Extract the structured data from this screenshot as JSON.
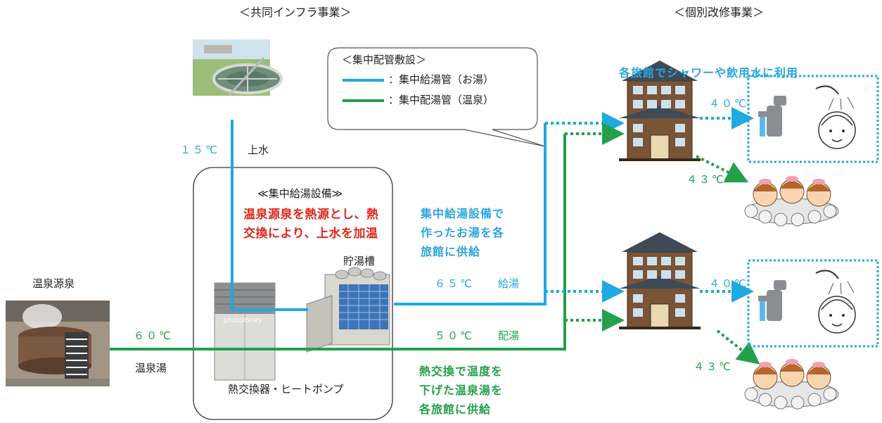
{
  "sections": {
    "shared_infra": "＜共同インフラ事業＞",
    "individual": "＜個別改修事業＞"
  },
  "legend": {
    "title": "＜集中配管敷設＞",
    "hot_water_pipe": "：集中給湯管（お湯）",
    "spring_pipe": "：集中配湯管（温泉）"
  },
  "water": {
    "temp": "１５℃",
    "label": "上水"
  },
  "facility": {
    "title": "≪集中給湯設備≫",
    "desc": [
      "温泉源泉を熱源とし、熱",
      "交換により、上水を加温"
    ],
    "tank_label": "貯湯槽",
    "photo_watermark": "photolibrary",
    "equipment_label": "熱交換器・ヒートポンプ"
  },
  "source": {
    "title": "温泉源泉",
    "temp": "６０℃",
    "label": "温泉湯"
  },
  "supply": {
    "hot_caption": [
      "集中給湯設備で",
      "作ったお湯を各",
      "旅館に供給"
    ],
    "hot_temp": "６５℃",
    "hot_label": "給湯",
    "spring_temp": "５０℃",
    "spring_label": "配湯",
    "spring_caption": [
      "熱交換で温度を",
      "下げた温泉湯を",
      "各旅館に供給"
    ]
  },
  "inns": {
    "usage_caption": "各旅館でシャワーや飲用水に利用",
    "shower_temp_1": "４０℃",
    "bath_temp_1": "４３℃",
    "shower_temp_2": "４０℃",
    "bath_temp_2": "４３℃"
  },
  "colors": {
    "hot_water": "#1fa9e1",
    "spring_water": "#22a04b",
    "caption_red": "#e0261a"
  }
}
